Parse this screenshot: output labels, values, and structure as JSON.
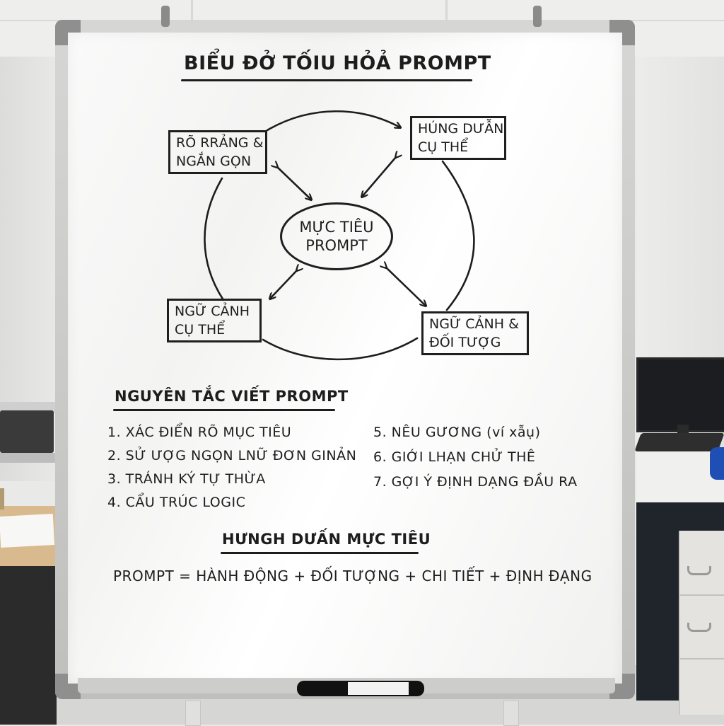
{
  "board": {
    "title": "BIỂU ĐỞ TỐIU HỎẢ PROMPT",
    "diagram": {
      "center": [
        "MỰC TIÊU",
        "PROMPT"
      ],
      "top_left": [
        "RÕ RRẢNG &",
        "NGẮN GỌN"
      ],
      "top_right": [
        "HÚNG DƯẪN",
        "CỤ THỂ"
      ],
      "bottom_left": [
        "NGỮ CẢNH",
        "CỤ THỂ"
      ],
      "bottom_right": [
        "NGỮ CẢNH &",
        "ĐỐI TƯỢG"
      ]
    },
    "principles": {
      "heading": "NGUYÊN TẮC VIẾT PROMPT",
      "left_items": [
        "1. XÁC ĐIỂN RÕ MỤC TIÊU",
        "2. SỬ ƯỢG NGỌN LNỮ ĐƠN GINẢN",
        "3. TRÁNH KÝ TỰ THỪA",
        "4. CẨU TRÚC LOGIC"
      ],
      "right_items": [
        "5. NÊU GƯƠNG (ví xẫụ)",
        "6. GIỚI LHẠN CHỬ THÊ",
        "7. GỢI Ý ĐỊNH DẠNG ĐẦU RA"
      ]
    },
    "guide": {
      "heading": "HƯNGH DƯẤN MỰC TIÊU",
      "formula": "PROMPT = HÀNH ĐỘNG + ĐỐI TƯỢNG + CHI TIẾT + ĐỊNH ĐẠNG"
    }
  },
  "colors": {
    "ink": "#1d1d1d",
    "board": "#f7f7f6",
    "frame": "#cfcfcd",
    "wall": "#e9e9e7"
  }
}
